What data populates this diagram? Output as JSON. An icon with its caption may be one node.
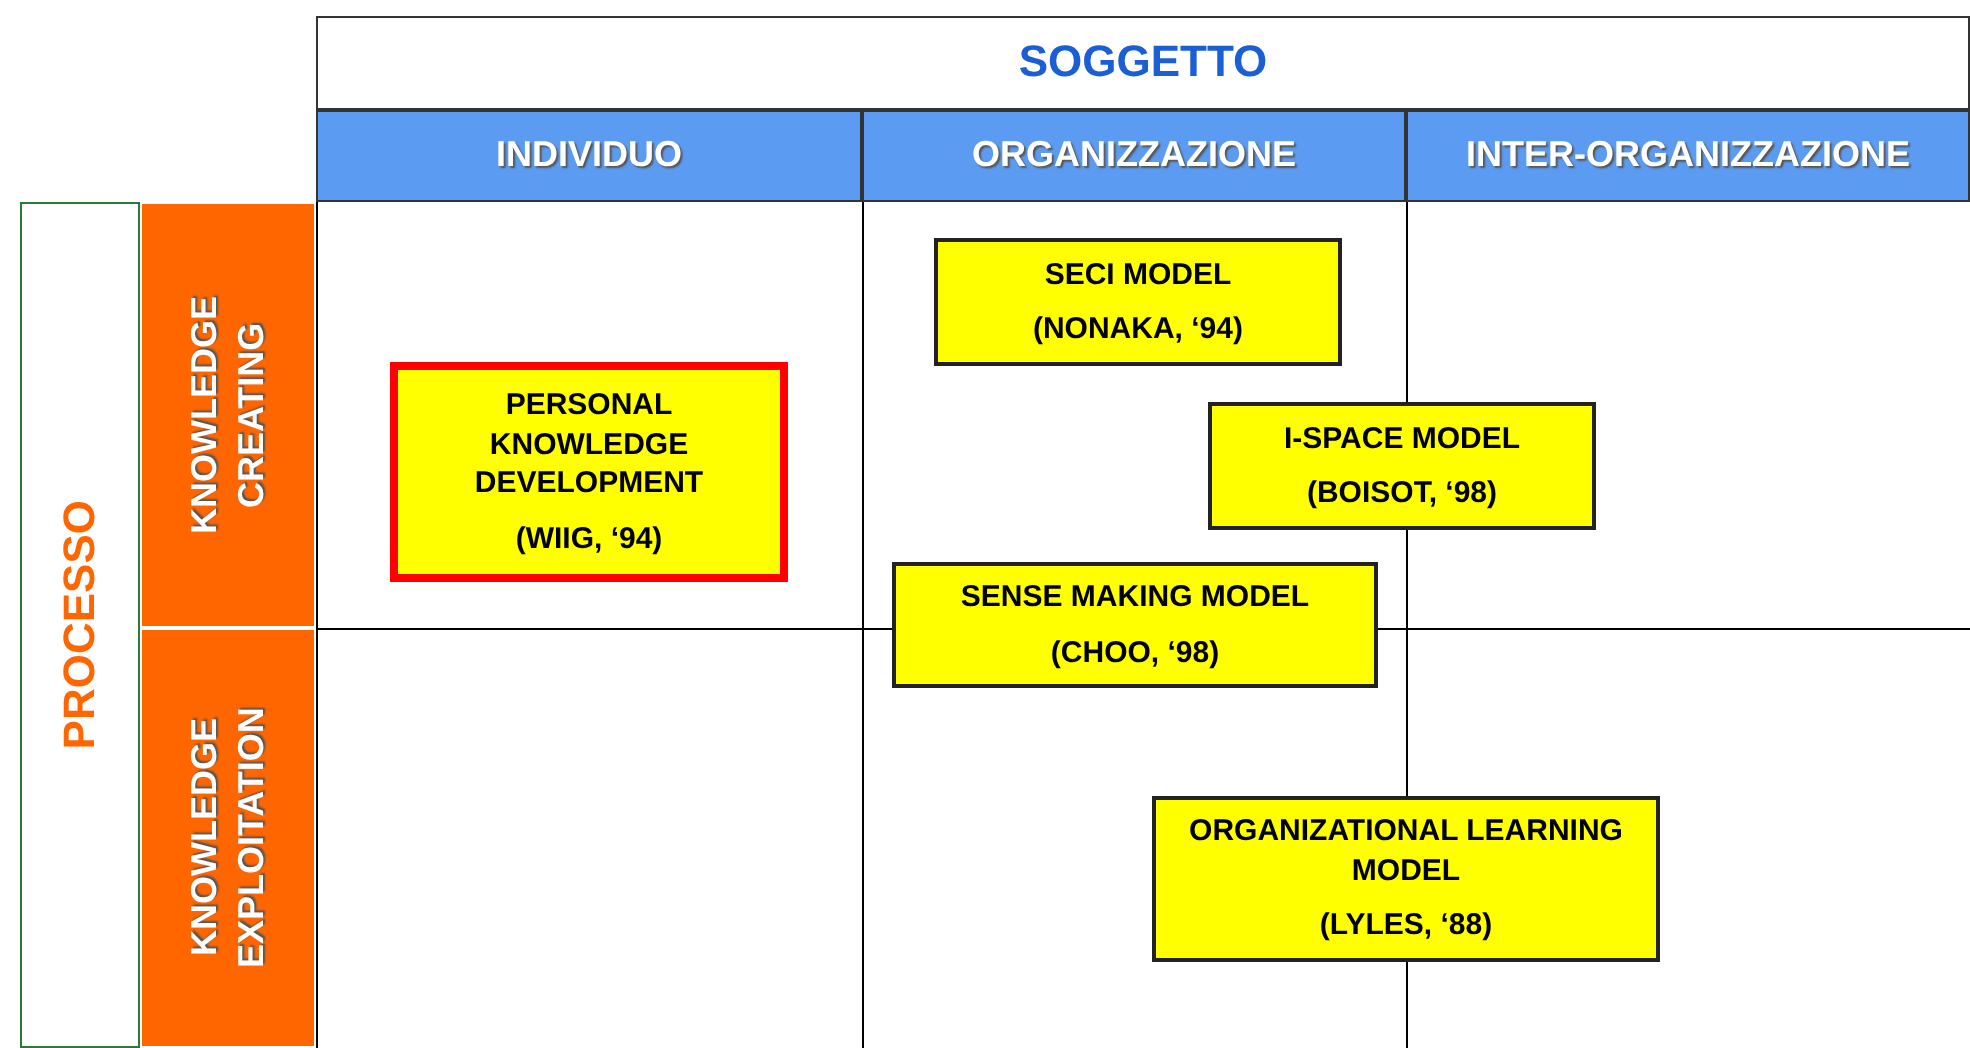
{
  "diagram": {
    "nodes": [
      {
        "text": [
          "SOGGETTO"
        ]
      },
      {
        "text": [
          "INDIVIDUO"
        ]
      },
      {
        "text": [
          "ORGANIZZAZIONE"
        ]
      },
      {
        "text": [
          "INTER-ORGANIZZAZIONE"
        ]
      },
      {
        "text": [
          "PROCESSO"
        ]
      },
      {
        "text": [
          "KNOWLEDGE CREATING"
        ]
      },
      {
        "text": [
          "KNOWLEDGE EXPLOITATION"
        ]
      },
      {
        "text": [
          "PERSONAL KNOWLEDGE DEVELOPMENT",
          "(WIIG, ‘94)"
        ]
      },
      {
        "text": [
          "SECI MODEL",
          "(NONAKA, ‘94)"
        ]
      },
      {
        "text": [
          "I-SPACE MODEL",
          "(BOISOT, ‘98)"
        ]
      },
      {
        "text": [
          "SENSE MAKING MODEL",
          "(CHOO, ‘98)"
        ]
      },
      {
        "text": [
          "ORGANIZATIONAL LEARNING MODEL",
          "(LYLES, ‘88)"
        ]
      }
    ]
  }
}
